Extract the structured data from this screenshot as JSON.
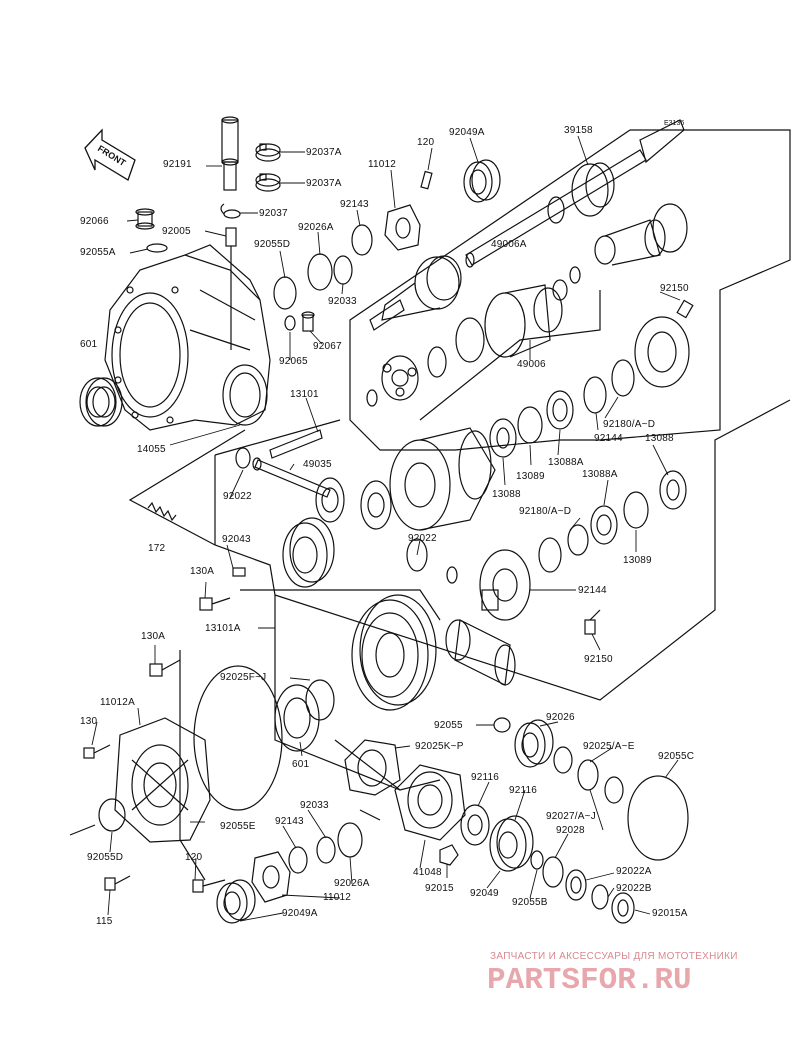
{
  "diagram": {
    "code": "E3136",
    "front_label": "FRONT",
    "watermark": {
      "tagline": "ЗАПЧАСТИ И АКСЕССУАРЫ ДЛЯ МОТОТЕХНИКИ",
      "logo": "PARTSFOR.RU"
    },
    "labels": [
      "92191",
      "92037A",
      "92037A",
      "92037",
      "92066",
      "92005",
      "92055A",
      "92055D",
      "92026A",
      "92143",
      "11012",
      "120",
      "92049A",
      "39158",
      "92033",
      "49006A",
      "92065",
      "92067",
      "601",
      "49006",
      "14055",
      "92150",
      "13101",
      "49035",
      "92180/A~D",
      "92144",
      "13088",
      "92022",
      "13088A",
      "13089",
      "13088",
      "13088A",
      "172",
      "92180/A~D",
      "92043",
      "92022",
      "13089",
      "130A",
      "92144",
      "13101A",
      "130A",
      "92150",
      "92025F~J",
      "11012A",
      "130",
      "601",
      "92025K~P",
      "92055",
      "92026",
      "92025/A~E",
      "92055C",
      "92116",
      "92116",
      "92033",
      "92143",
      "92027/A~J",
      "92028",
      "92055E",
      "92055D",
      "120",
      "41048",
      "92015",
      "92049",
      "92055B",
      "92022A",
      "92022B",
      "11012",
      "92026A",
      "115",
      "92049A",
      "92015A"
    ]
  }
}
